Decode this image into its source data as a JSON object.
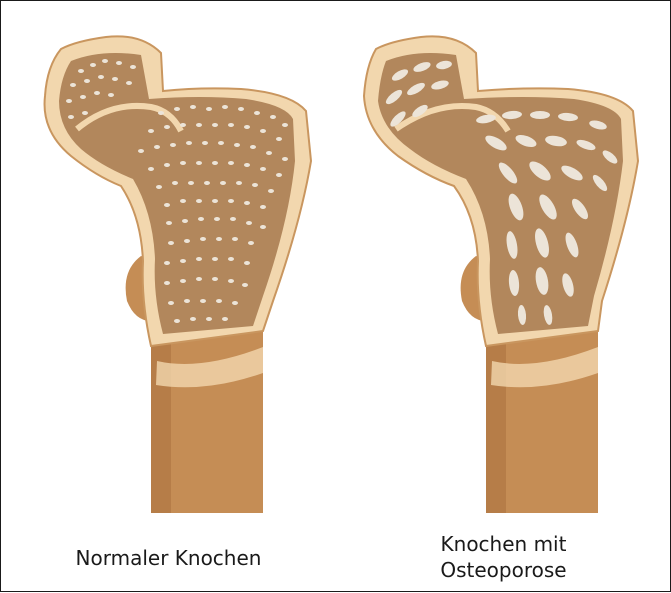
{
  "labels": {
    "normal": "Normaler Knochen",
    "osteoporosis_line1": "Knochen mit",
    "osteoporosis_line2": "Osteoporose"
  },
  "colors": {
    "shaft": "#c58d55",
    "shaft_shadow": "#a76e3b",
    "cortex": "#f2d7ae",
    "cortex_edge": "#c9965f",
    "marrow": "#b2875c",
    "pore": "#ece4d8"
  }
}
